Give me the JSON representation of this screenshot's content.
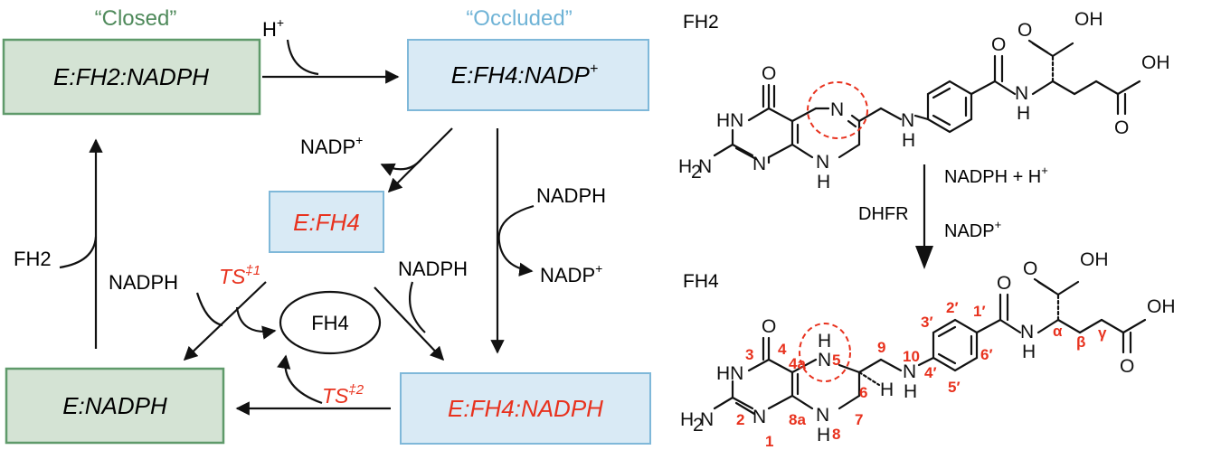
{
  "cycle": {
    "closed_label": "“Closed”",
    "occluded_label": "“Occluded”",
    "box_fh2_nadph": "E:FH2:NADPH",
    "box_fh4_nadp": "E:FH4:NADP",
    "box_fh4_nadp_sup": "+",
    "box_fh4": "E:FH4",
    "box_nadph": "E:NADPH",
    "box_fh4_nadph": "E:FH4:NADPH",
    "h_plus": "H",
    "h_plus_sup": "+",
    "nadp_left": "NADP",
    "nadp_left_sup": "+",
    "nadph_right": "NADPH",
    "nadp_right": "NADP",
    "nadp_right_sup": "+",
    "fh2_left": "FH2",
    "nadph_left": "NADPH",
    "nadph_middle": "NADPH",
    "ts1": "TS",
    "ts1_sup": "‡1",
    "ts2": "TS",
    "ts2_sup": "‡2",
    "fh4_ellipse": "FH4"
  },
  "reaction": {
    "fh2_title": "FH2",
    "fh4_title": "FH4",
    "reagent_top": "NADPH + H",
    "reagent_top_sup": "+",
    "enzyme": "DHFR",
    "reagent_bottom": "NADP",
    "reagent_bottom_sup": "+"
  },
  "atoms": {
    "O": "O",
    "OH": "OH",
    "N": "N",
    "H": "H",
    "HN": "HN",
    "NH2_H": "H",
    "NH2_2": "2",
    "NH2_N": "N"
  },
  "numbering": [
    "1",
    "2",
    "3",
    "4",
    "4a",
    "5",
    "6",
    "7",
    "8",
    "8a",
    "9",
    "10",
    "1′",
    "2′",
    "3′",
    "4′",
    "5′",
    "6′",
    "α",
    "β",
    "γ"
  ],
  "colors": {
    "closed_green": "#4f8a5b",
    "occluded_blue": "#6fb3d6",
    "green_box_fill": "#d4e3d4",
    "green_box_stroke": "#5f9a6a",
    "blue_box_fill": "#d9eaf5",
    "blue_box_stroke": "#7fb8d9",
    "red": "#e8321e"
  }
}
